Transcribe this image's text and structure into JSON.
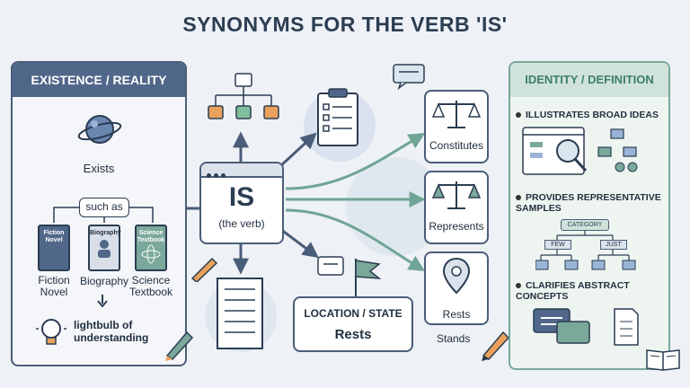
{
  "title": "SYNONYMS FOR THE VERB 'IS'",
  "left_panel": {
    "heading": "EXISTENCE / REALITY",
    "exists": "Exists",
    "such_as": "such as",
    "books": [
      {
        "cover": "Fiction Novel",
        "caption": "Fiction Novel",
        "color": "#50678a"
      },
      {
        "cover": "Biography",
        "caption": "Biography",
        "color": "#c9cfd9"
      },
      {
        "cover": "Science Textbook",
        "caption": "Science Textbook",
        "color": "#7aa89a"
      }
    ],
    "lightbulb": "lightbulb of understanding"
  },
  "center": {
    "main_word": "IS",
    "sub_word": "(the verb)",
    "location_label": "LOCATION / STATE",
    "location_word": "Rests"
  },
  "verbs": {
    "constitutes": "Constitutes",
    "represents": "Represents",
    "rests": "Rests",
    "stands": "Stands"
  },
  "right_panel": {
    "heading": "IDENTITY / DEFINITION",
    "bullets": [
      "ILLUSTRATES BROAD IDEAS",
      "PROVIDES REPRESENTATIVE SAMPLES",
      "CLARIFIES ABSTRACT CONCEPTS"
    ],
    "tree": {
      "root": "CATEGORY",
      "left": "FEW",
      "right": "JUST"
    }
  },
  "colors": {
    "navy": "#4a5d78",
    "teal": "#7aa89a",
    "orange": "#e9a15c",
    "green": "#7fbf9e",
    "slate": "#50678a"
  }
}
